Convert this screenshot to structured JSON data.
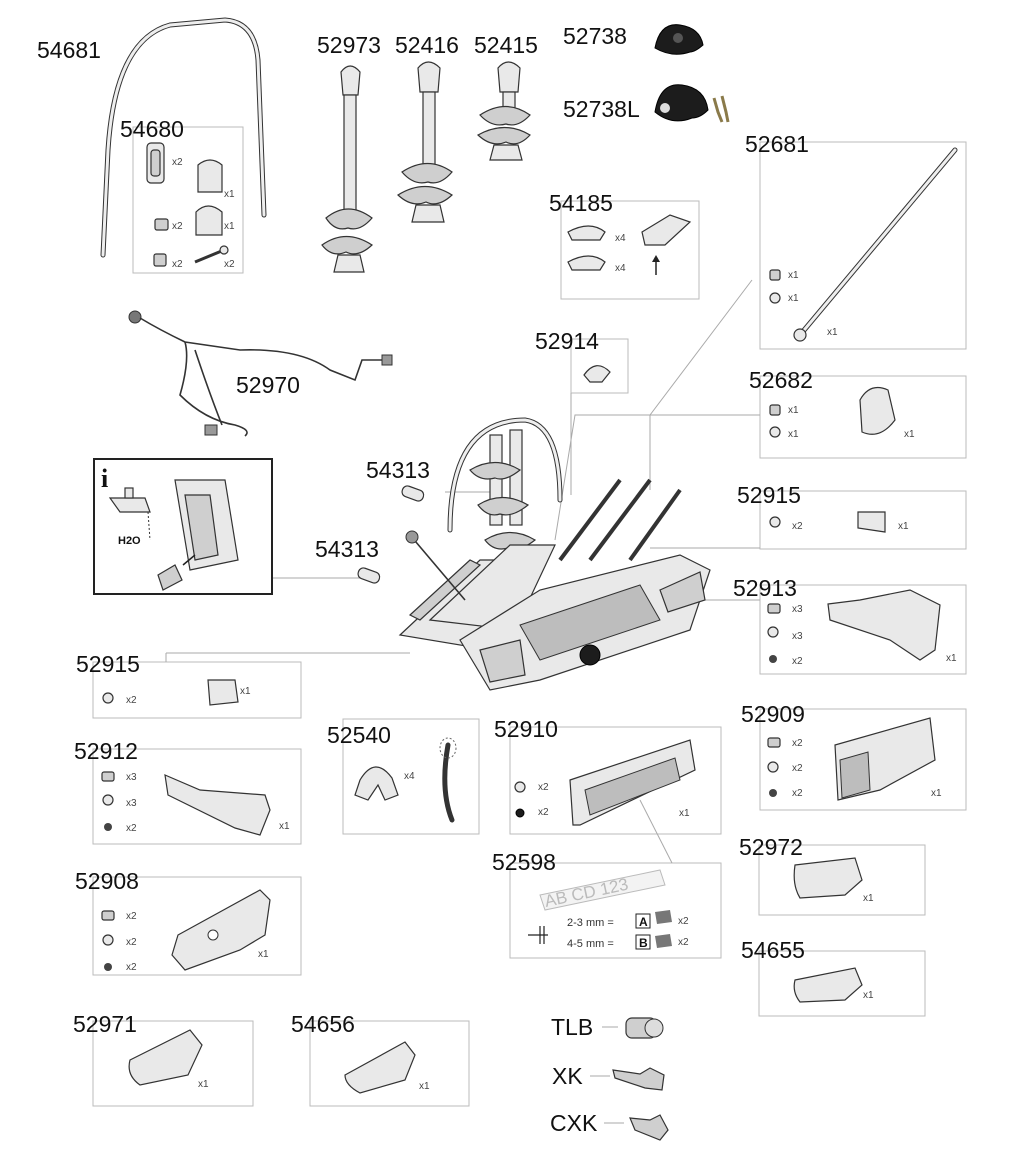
{
  "parts": [
    {
      "id": "54681",
      "qty": []
    },
    {
      "id": "54680",
      "qty": [
        "x2",
        "x1",
        "x2",
        "x1",
        "x2",
        "x2"
      ]
    },
    {
      "id": "52973",
      "qty": []
    },
    {
      "id": "52416",
      "qty": []
    },
    {
      "id": "52415",
      "qty": []
    },
    {
      "id": "52738",
      "qty": []
    },
    {
      "id": "52738L",
      "qty": []
    },
    {
      "id": "52681",
      "qty": [
        "x1",
        "x1",
        "x1"
      ]
    },
    {
      "id": "54185",
      "qty": [
        "x4",
        "x4"
      ]
    },
    {
      "id": "52970",
      "qty": []
    },
    {
      "id": "52914",
      "qty": []
    },
    {
      "id": "52682",
      "qty": [
        "x1",
        "x1",
        "x1"
      ]
    },
    {
      "id": "54313",
      "qty": []
    },
    {
      "id": "54313",
      "qty": []
    },
    {
      "id": "52915",
      "qty": [
        "x2",
        "x1"
      ]
    },
    {
      "id": "52913",
      "qty": [
        "x3",
        "x3",
        "x2",
        "x1"
      ]
    },
    {
      "id": "52915",
      "qty": [
        "x2",
        "x1"
      ]
    },
    {
      "id": "52912",
      "qty": [
        "x3",
        "x3",
        "x2",
        "x1"
      ]
    },
    {
      "id": "52540",
      "qty": [
        "x4"
      ]
    },
    {
      "id": "52910",
      "qty": [
        "x2",
        "x2",
        "x1"
      ]
    },
    {
      "id": "52909",
      "qty": [
        "x2",
        "x2",
        "x2",
        "x1"
      ]
    },
    {
      "id": "52598",
      "qty": [
        "x2",
        "x2"
      ]
    },
    {
      "id": "52972",
      "qty": [
        "x1"
      ]
    },
    {
      "id": "52908",
      "qty": [
        "x2",
        "x2",
        "x2",
        "x1"
      ]
    },
    {
      "id": "54655",
      "qty": [
        "x1"
      ]
    },
    {
      "id": "52971",
      "qty": [
        "x1"
      ]
    },
    {
      "id": "54656",
      "qty": [
        "x1"
      ]
    }
  ],
  "keys": [
    "TLB",
    "XK",
    "CXK"
  ],
  "info_box": {
    "icon": "i",
    "water": "H2O"
  },
  "plate": {
    "text": "AB CD 123",
    "rows": [
      {
        "range": "2-3 mm =",
        "code": "A",
        "qty": "x2"
      },
      {
        "range": "4-5 mm =",
        "code": "B",
        "qty": "x2"
      }
    ]
  }
}
